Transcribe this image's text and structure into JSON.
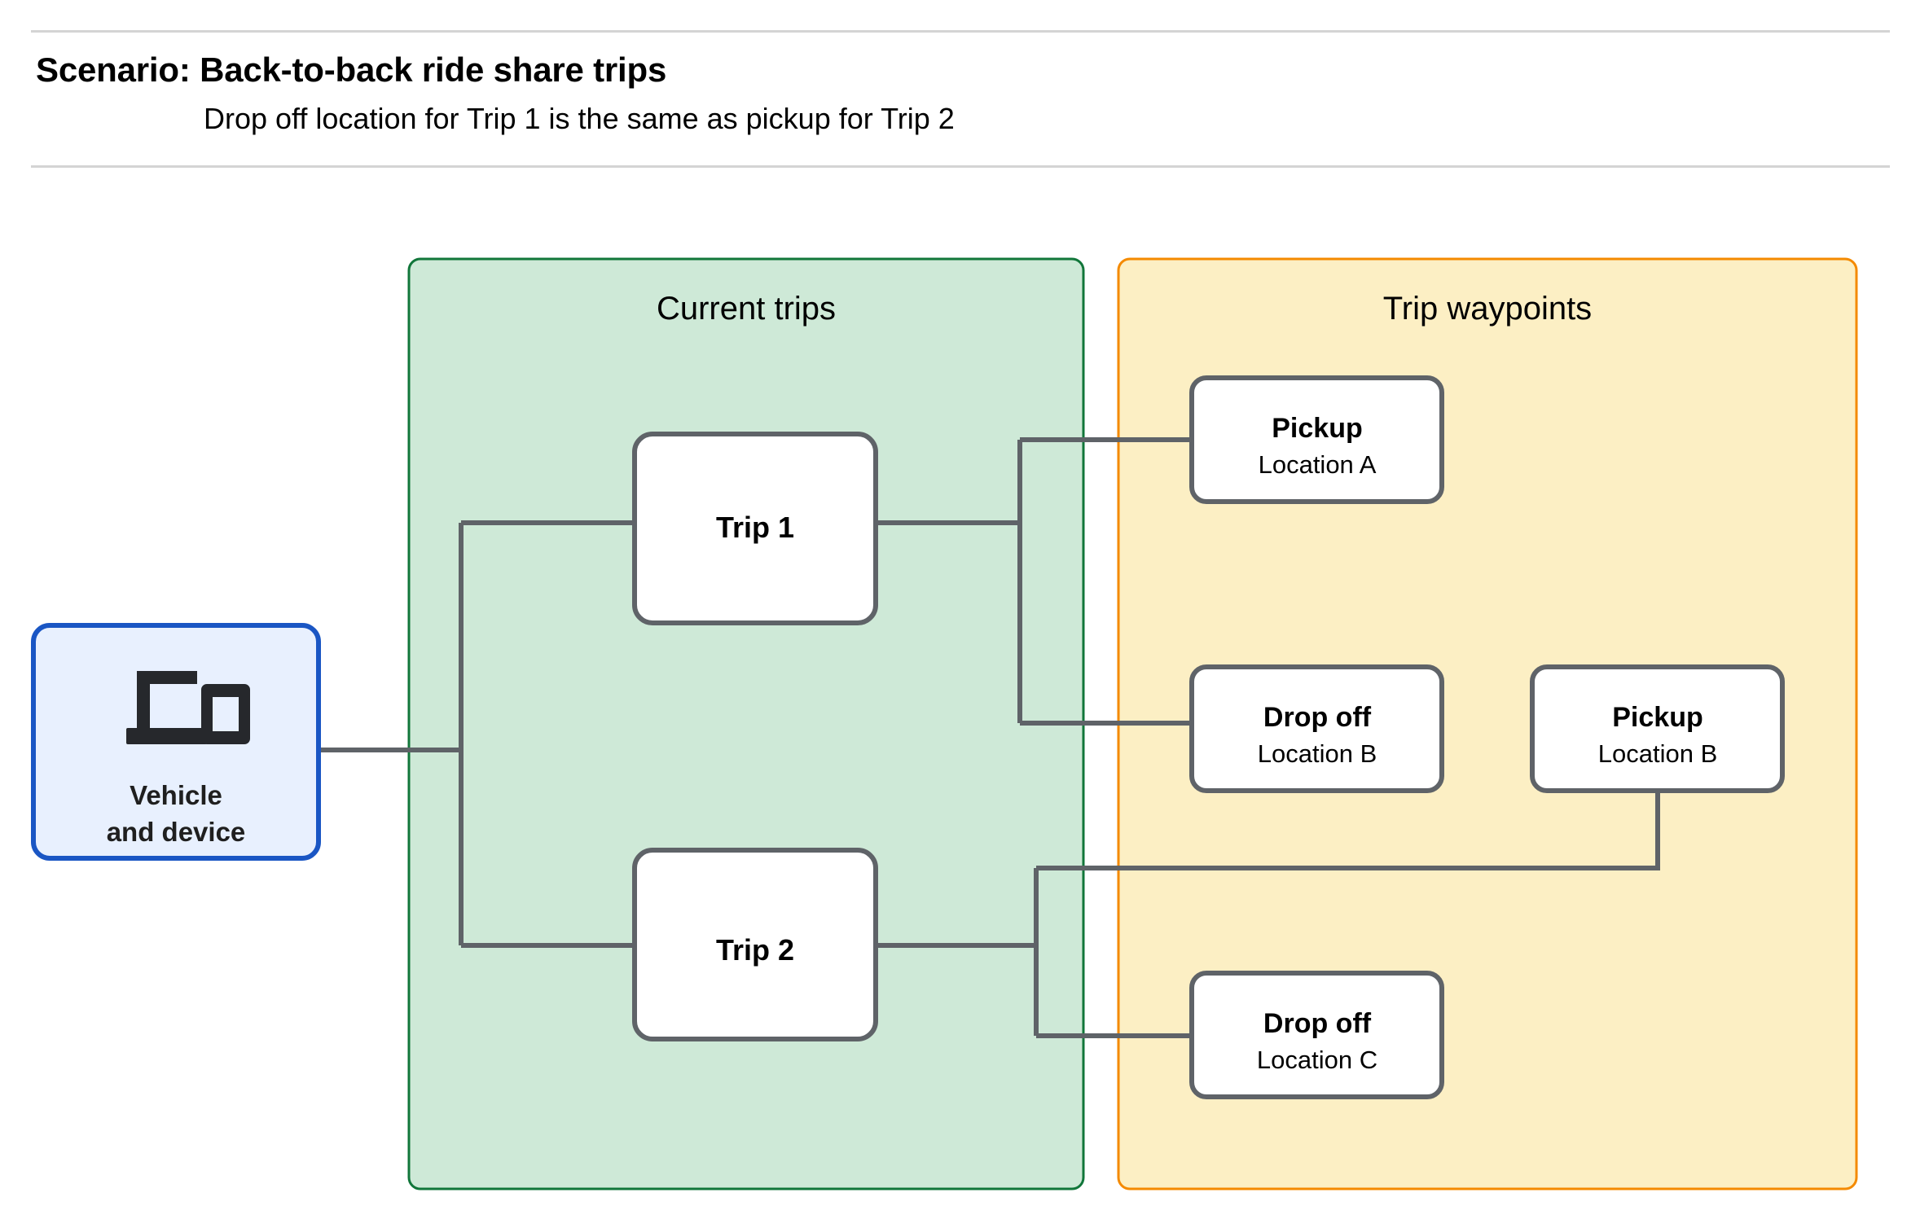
{
  "header": {
    "title": "Scenario: Back-to-back ride share trips",
    "subtitle": "Drop off  location for Trip 1 is the same as pickup for Trip 2"
  },
  "colors": {
    "rule": "#d4d4d4",
    "current_trips_fill": "#cee9d7",
    "current_trips_border": "#11763a",
    "waypoints_fill": "#fcefc4",
    "waypoints_border": "#f48a00",
    "device_fill": "#e8f0fe",
    "device_border": "#1a56c4",
    "node_fill": "#ffffff",
    "node_border": "#5f6368",
    "connector": "#5f6368",
    "icon": "#26282c"
  },
  "device_node": {
    "icon": "devices-icon",
    "label_line1": "Vehicle",
    "label_line2": "and device"
  },
  "panels": [
    {
      "id": "current-trips",
      "title": "Current trips"
    },
    {
      "id": "trip-waypoints",
      "title": "Trip waypoints"
    }
  ],
  "trips": [
    {
      "id": "trip-1",
      "label": "Trip 1"
    },
    {
      "id": "trip-2",
      "label": "Trip 2"
    }
  ],
  "waypoints": [
    {
      "id": "pickup-a",
      "title": "Pickup",
      "location": "Location A"
    },
    {
      "id": "dropoff-b",
      "title": "Drop off",
      "location": "Location B"
    },
    {
      "id": "pickup-b",
      "title": "Pickup",
      "location": "Location B"
    },
    {
      "id": "dropoff-c",
      "title": "Drop off",
      "location": "Location C"
    }
  ]
}
